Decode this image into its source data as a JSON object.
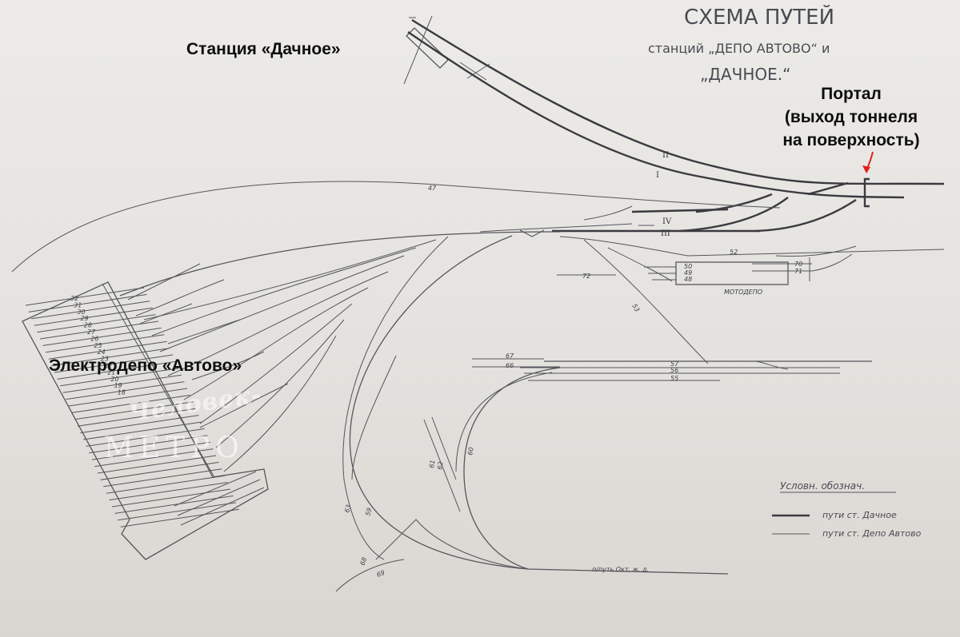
{
  "title": {
    "line1": "СХЕМА ПУТЕЙ",
    "line2": "станций „ДЕПО АВТОВО“ и",
    "line3": "„ДАЧНОЕ.“"
  },
  "labels": {
    "station_dachnoe": "Станция «Дачное»",
    "portal": [
      "Портал",
      "(выход тоннеля",
      "на поверхность)"
    ],
    "electrodepot": "Электродепо «Автово»"
  },
  "watermark": {
    "line1": "Человек-",
    "line2": "МЕТРО"
  },
  "legend": {
    "title": "Условн. обознач.",
    "items": [
      {
        "style": "thick",
        "text": "пути ст. Дачное"
      },
      {
        "style": "thin",
        "text": "пути ст. Депо Автово"
      }
    ]
  },
  "track_numbers": {
    "main": [
      "II",
      "I",
      "IV",
      "III"
    ],
    "t47": "47",
    "t52": "52",
    "t72": "72",
    "t53": "53",
    "t57": "57",
    "t56": "56",
    "t55": "55",
    "t67": "67",
    "t66": "66",
    "t60": "60",
    "t61": "61",
    "t62": "62",
    "t63": "63",
    "t59": "59",
    "t68": "68",
    "t69": "69",
    "motodepot_left": [
      "50",
      "49",
      "48"
    ],
    "motodepot_right": [
      "70",
      "71"
    ],
    "motodepot_name": "МОТОДЕПО",
    "depot_tracks": [
      "32",
      "31",
      "30",
      "29",
      "28",
      "27",
      "26",
      "25",
      "24",
      "23",
      "22",
      "21",
      "20",
      "19",
      "18"
    ],
    "oct_railway": "п/путь Окт. ж. д."
  },
  "colors": {
    "paper": "#e6e4e0",
    "ink": "#3a3a40",
    "arrow": "#e0201a"
  }
}
